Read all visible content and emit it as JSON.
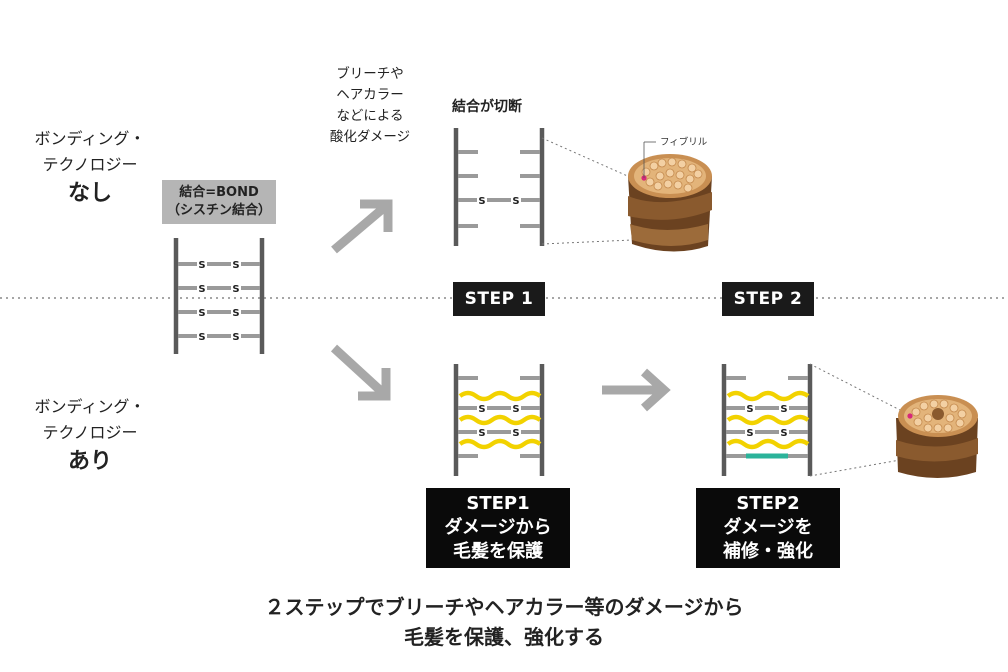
{
  "left_labels": {
    "without": {
      "line1": "ボンディング・",
      "line2": "テクノロジー",
      "emphasis": "なし"
    },
    "with": {
      "line1": "ボンディング・",
      "line2": "テクノロジー",
      "emphasis": "あり"
    }
  },
  "bond_tag": {
    "line1": "結合=BOND",
    "line2": "（シスチン結合）"
  },
  "damage_note": {
    "lines": [
      "ブリーチや",
      "ヘアカラー",
      "などによる",
      "酸化ダメージ"
    ]
  },
  "broken_label": "結合が切断",
  "fibril_label": "フィブリル",
  "ladder_bond_letter": "S",
  "step_tabs": {
    "step1": "STEP 1",
    "step2": "STEP 2"
  },
  "step_boxes": {
    "step1": {
      "line1": "STEP1",
      "line2": "ダメージから",
      "line3": "毛髪を保護"
    },
    "step2": {
      "line1": "STEP2",
      "line2": "ダメージを",
      "line3": "補修・強化"
    }
  },
  "caption": {
    "line1": "２ステップでブリーチやヘアカラー等のダメージから",
    "line2": "毛髪を保護、強化する"
  },
  "colors": {
    "ladder_rail": "#5a5a5a",
    "ladder_bond": "#9a9a9a",
    "yellow_wave": "#f2d200",
    "teal_bar": "#2bb39a",
    "arrow_grey": "#a8a8a8",
    "hair_brown": "#8a5a2e"
  }
}
